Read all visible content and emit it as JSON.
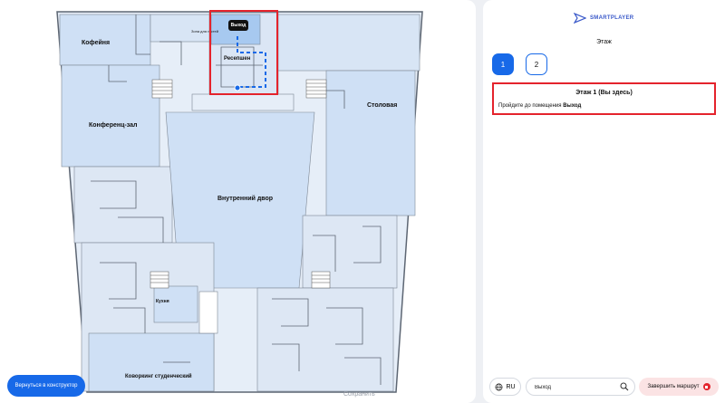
{
  "map": {
    "rooms": {
      "cafe": "Кофейня",
      "cloakroom": "Зона для гостей",
      "reception": "Ресепшен",
      "canteen": "Столовая",
      "conference": "Конференц-зал",
      "courtyard": "Внутренний двор",
      "kitchen": "Кухня",
      "coworking": "Коворкинг студенческий"
    },
    "exit_badge": "Выход",
    "back_button": "Вернуться в конструктор",
    "save_label": "Сохранить"
  },
  "side": {
    "logo": "SMARTPLAYER",
    "floor_title": "Этаж",
    "floors": [
      "1",
      "2"
    ],
    "active_floor": "1",
    "route": {
      "title": "Этаж 1 (Вы здесь)",
      "step_prefix": "Пройдите до помещения",
      "step_target": "Выход"
    }
  },
  "footer": {
    "lang": "RU",
    "search_value": "Выход",
    "finish_button": "Завершить маршрут"
  },
  "colors": {
    "accent": "#1769e8",
    "highlight": "#e4232c",
    "room_fill": "#cfe0f5",
    "floor_fill": "#e6eef8"
  }
}
